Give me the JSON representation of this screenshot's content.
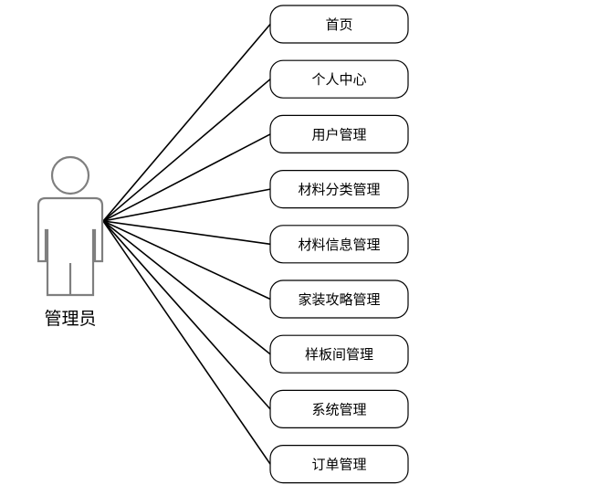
{
  "actor": {
    "label": "管理员",
    "icon": "user-icon",
    "stroke_color": "#7f7f7f"
  },
  "use_cases": [
    {
      "id": "home",
      "label": "首页"
    },
    {
      "id": "personal-center",
      "label": "个人中心"
    },
    {
      "id": "user-management",
      "label": "用户管理"
    },
    {
      "id": "material-category-management",
      "label": "材料分类管理"
    },
    {
      "id": "material-info-management",
      "label": "材料信息管理"
    },
    {
      "id": "decoration-guide-management",
      "label": "家装攻略管理"
    },
    {
      "id": "showroom-management",
      "label": "样板间管理"
    },
    {
      "id": "system-management",
      "label": "系统管理"
    },
    {
      "id": "order-management",
      "label": "订单管理"
    }
  ],
  "colors": {
    "line": "#000000",
    "box_border": "#000000",
    "background": "#ffffff"
  }
}
